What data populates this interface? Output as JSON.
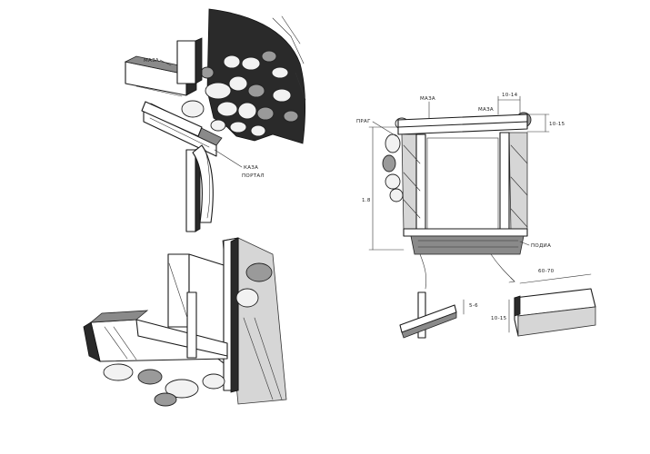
{
  "sketch_top_left": {
    "label_upper": "МАЗА",
    "label_lower_1": "КАЗА",
    "label_lower_2": "ПОРТАЛ"
  },
  "sketch_top_right": {
    "label_left": "ПРАГ",
    "label_top_center": "МАЗА",
    "label_top_right": "МАЗА",
    "dim_top": "10-14",
    "dim_right": "10-15",
    "dim_height": "1.8",
    "label_bottom": "ПОДИА"
  },
  "detail_joint": {
    "dim": "5-6"
  },
  "detail_beam": {
    "dim_width": "60-70",
    "dim_height": "10-15"
  }
}
